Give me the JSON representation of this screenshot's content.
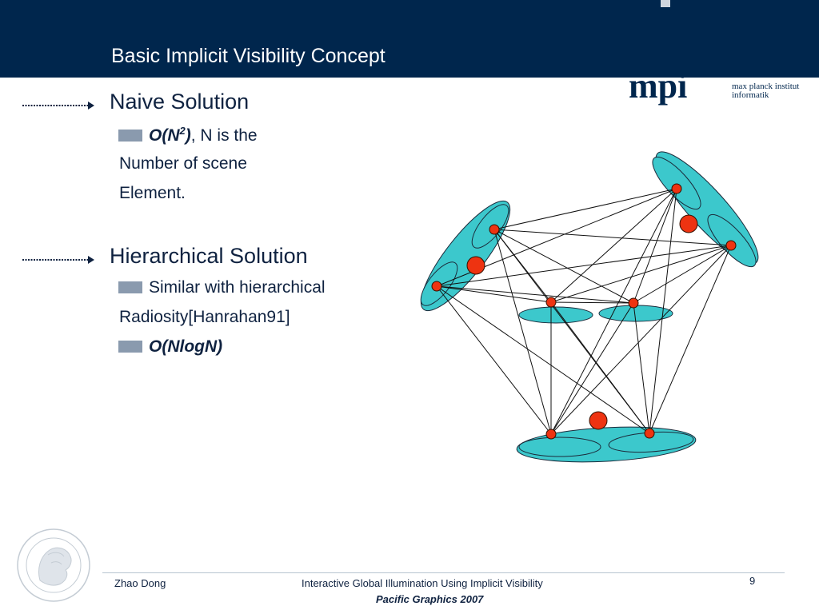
{
  "header": {
    "title": "Basic Implicit Visibility Concept"
  },
  "logo": {
    "mark": "mpi",
    "line1": "max planck institut",
    "line2": "informatik"
  },
  "sections": [
    {
      "heading": "Naive Solution",
      "bullet": {
        "big_o": "O(N",
        "sup": "2",
        "close": ")",
        "rest": ", N is the"
      },
      "lines": [
        "Number of scene",
        "Element."
      ]
    },
    {
      "heading": "Hierarchical Solution",
      "bullet": {
        "text": "Similar with hierarchical"
      },
      "lines": [
        "Radiosity[Hanrahan91]"
      ],
      "bullet2": {
        "text": "O(NlogN)"
      }
    }
  ],
  "footer": {
    "author": "Zhao Dong",
    "talk_title": "Interactive Global Illumination Using Implicit Visibility",
    "venue": "Pacific Graphics 2007",
    "page": "9"
  },
  "colors": {
    "header_bg": "#00264d",
    "patch_fill": "#3cc8cc",
    "node_fill": "#ee3311",
    "bullet_square": "#8a9aae",
    "text": "#0f2240"
  }
}
